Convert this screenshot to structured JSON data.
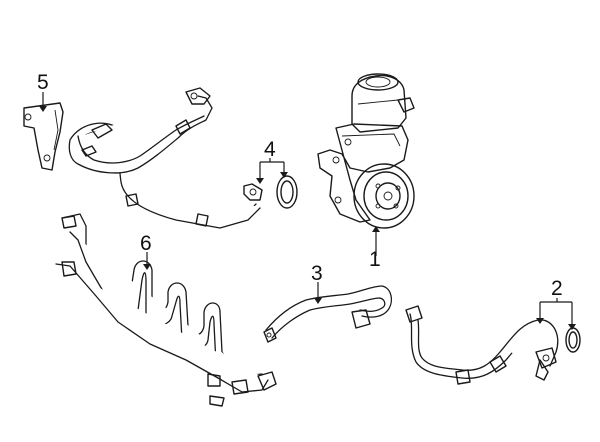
{
  "callouts": {
    "c1": "1",
    "c2": "2",
    "c3": "3",
    "c4": "4",
    "c5": "5",
    "c6": "6"
  },
  "parts": {
    "c1": "power-steering-pump",
    "c2": "return-hose-with-o-ring",
    "c3": "reservoir-hose",
    "c4": "pressure-line-o-ring",
    "c5": "mounting-bracket",
    "c6": "cooler-tube-assembly"
  }
}
